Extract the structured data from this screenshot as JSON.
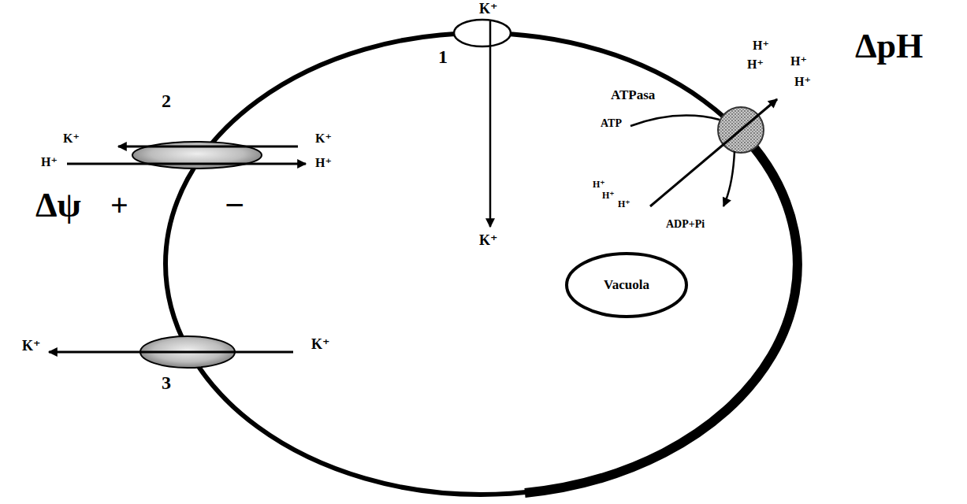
{
  "diagram": {
    "nodes": [
      {
        "text": [
          "Vacuola"
        ]
      }
    ],
    "labels": [
      "K⁺",
      "1",
      "ATPasa",
      "H⁺",
      "H⁺",
      "H⁺",
      "H⁺",
      "ΔpH",
      "2",
      "ATP",
      "K⁺",
      "K⁺",
      "H⁺",
      "H⁺",
      "H⁺",
      "H⁺",
      "H⁺",
      "Δψ",
      "+",
      "−",
      "ADP+Pi",
      "K⁺",
      "K⁺",
      "K⁺",
      "3"
    ]
  }
}
